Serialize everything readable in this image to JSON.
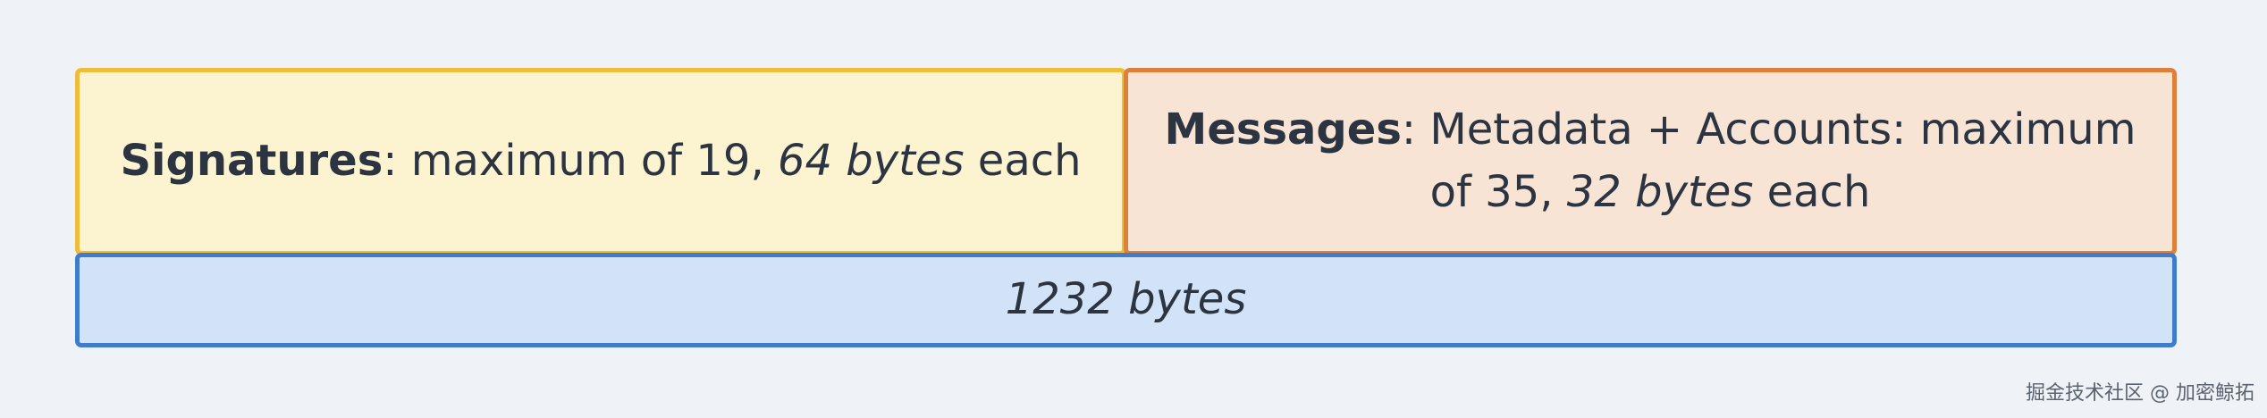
{
  "signatures": {
    "name": "Signatures",
    "text_prefix": ": maximum of 19, ",
    "size": "64 bytes",
    "text_suffix": " each"
  },
  "messages": {
    "name": "Messages",
    "text_prefix": ": Metadata + Accounts: maximum of 35, ",
    "size": "32 bytes",
    "text_suffix": " each"
  },
  "total": {
    "label": "1232 bytes"
  },
  "watermark": "掘金技术社区 @ 加密鲸拓",
  "colors": {
    "signatures_fill": "#fcf3d0",
    "signatures_border": "#f0bd3a",
    "messages_fill": "#f7e4d5",
    "messages_border": "#de7f3a",
    "total_fill": "#d2e3f7",
    "total_border": "#3f7ccc"
  }
}
